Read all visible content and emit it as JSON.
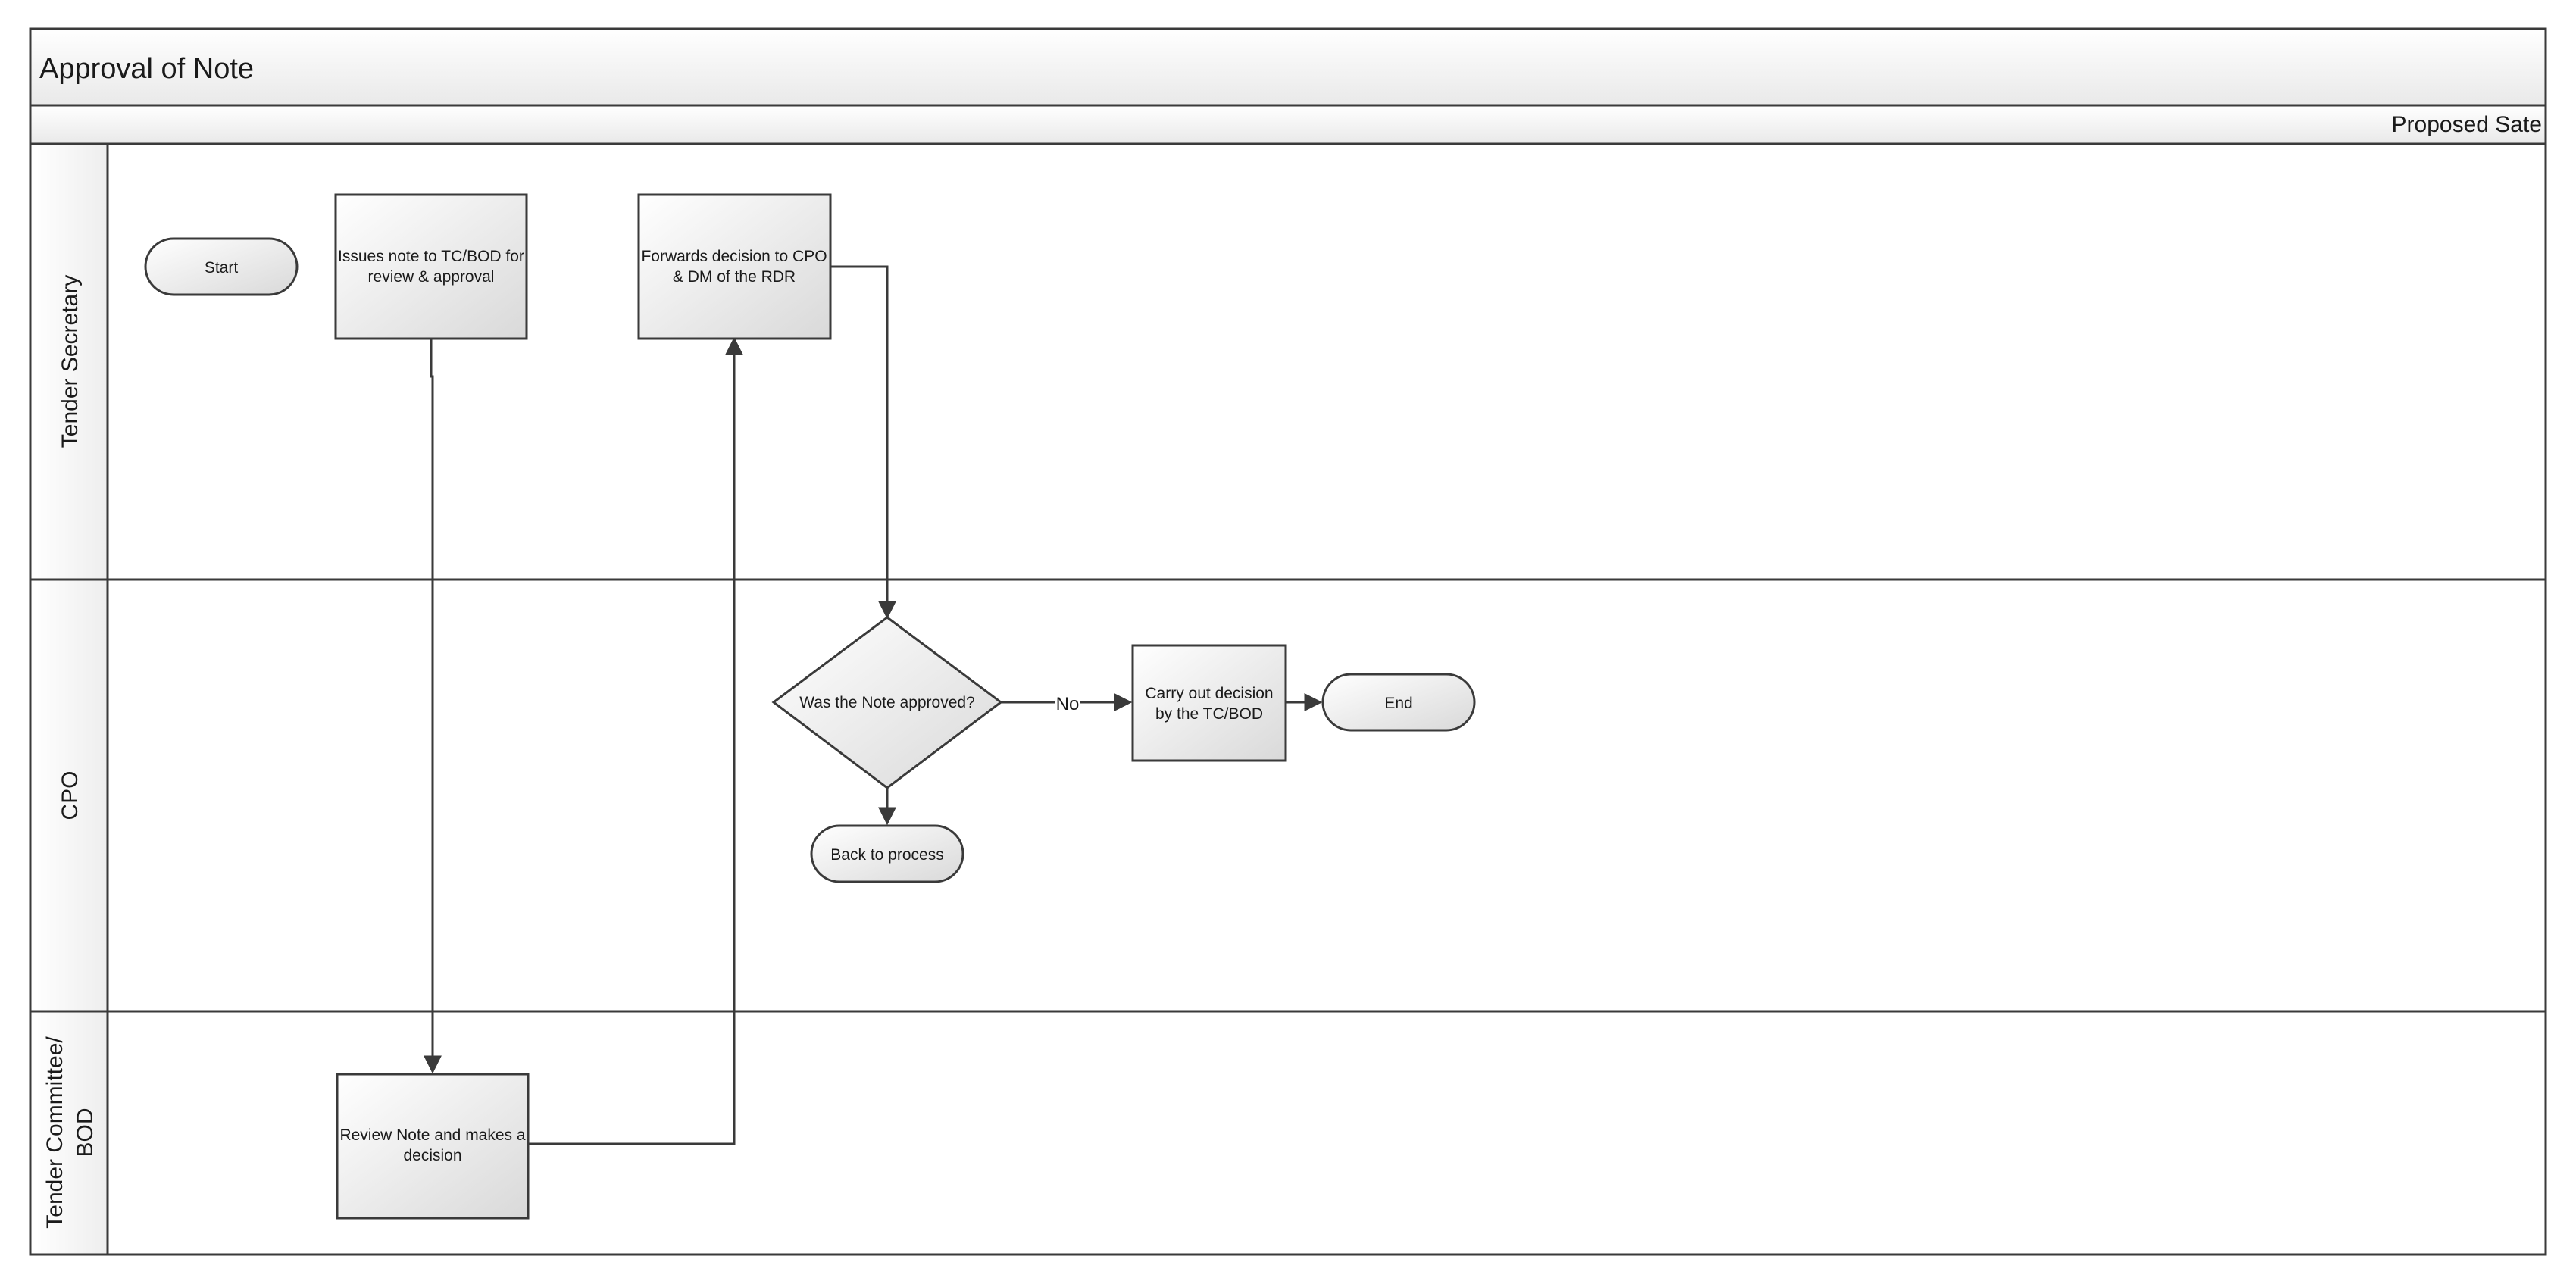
{
  "title": "Approval of Note",
  "phase_label": "Proposed Sate",
  "lanes": [
    {
      "id": "tender-secretary",
      "label": "Tender Secretary"
    },
    {
      "id": "cpo",
      "label": "CPO"
    },
    {
      "id": "tender-committee",
      "label_line1": "Tender Committee/",
      "label_line2": "BOD"
    }
  ],
  "nodes": {
    "start": {
      "label": "Start"
    },
    "issues_note": {
      "line1": "Issues note to TC/BOD  for",
      "line2": "review & approval"
    },
    "forwards_decision": {
      "line1": "Forwards decision to  CPO",
      "line2": "& DM of the RDR"
    },
    "was_note_approved": {
      "label": "Was the  Note approved?"
    },
    "carry_out": {
      "line1": "Carry out decision",
      "line2": "by the  TC/BOD"
    },
    "end": {
      "label": "End"
    },
    "back_to_process": {
      "label": "Back to process"
    },
    "review_note": {
      "line1": "Review Note and makes a",
      "line2": "decision"
    }
  },
  "edges": {
    "no_label": "No"
  },
  "colors": {
    "stroke": "#3a3a3a",
    "header_fill_top": "#ffffff",
    "header_fill_bottom": "#ececec",
    "shape_fill_top": "#ffffff",
    "shape_fill_bottom": "#dedede"
  }
}
